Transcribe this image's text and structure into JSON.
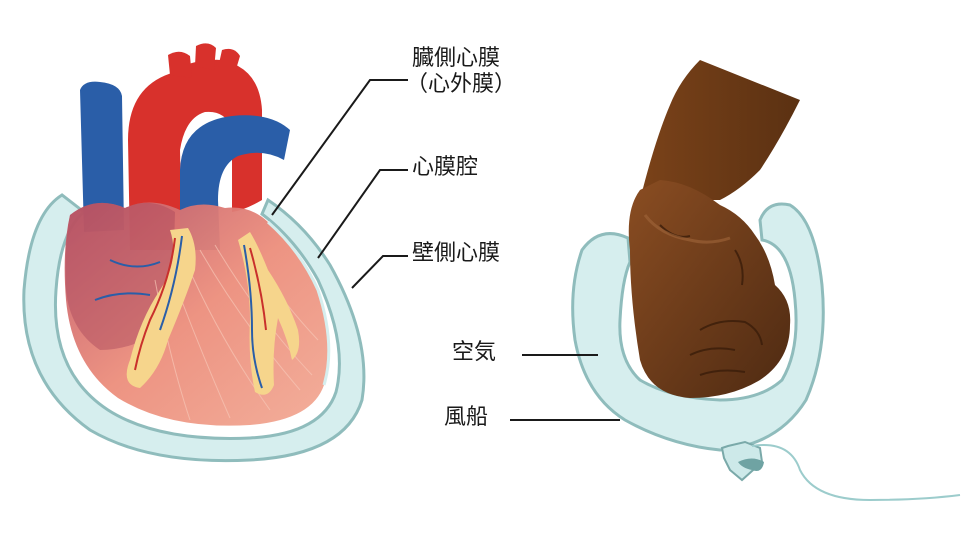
{
  "labels": {
    "visceral_line1": "臓側心膜",
    "visceral_line2": "（心外膜）",
    "cavity": "心膜腔",
    "parietal": "壁側心膜",
    "air": "空気",
    "balloon": "風船"
  },
  "colors": {
    "membrane_fill": "#d6eeee",
    "membrane_stroke": "#8fbcbc",
    "heart_muscle": "#ef9a85",
    "heart_dark": "#b0465a",
    "aorta_red": "#d8312c",
    "vein_blue": "#2a5ea8",
    "fat_yellow": "#f6d58c",
    "fist_brown": "#6b3a18",
    "leader_line": "#1a1a1a"
  },
  "icons": {
    "heart": "heart-illustration",
    "fist": "fist-illustration",
    "balloon": "balloon-illustration"
  }
}
